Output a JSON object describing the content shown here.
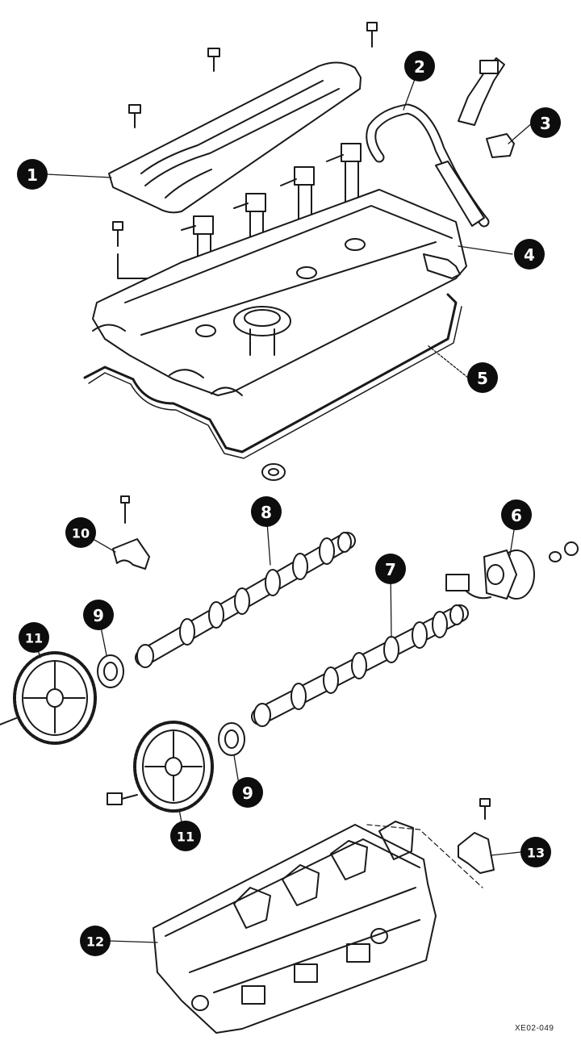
{
  "colors": {
    "ink": "#1a1a1a",
    "callout_fill": "#0d0d0d",
    "callout_text": "#ffffff",
    "background": "#ffffff"
  },
  "callouts": [
    "1",
    "2",
    "3",
    "4",
    "5",
    "6",
    "7",
    "8",
    "9",
    "9",
    "10",
    "11",
    "11",
    "12",
    "13"
  ],
  "reference_code": "XE02-049"
}
